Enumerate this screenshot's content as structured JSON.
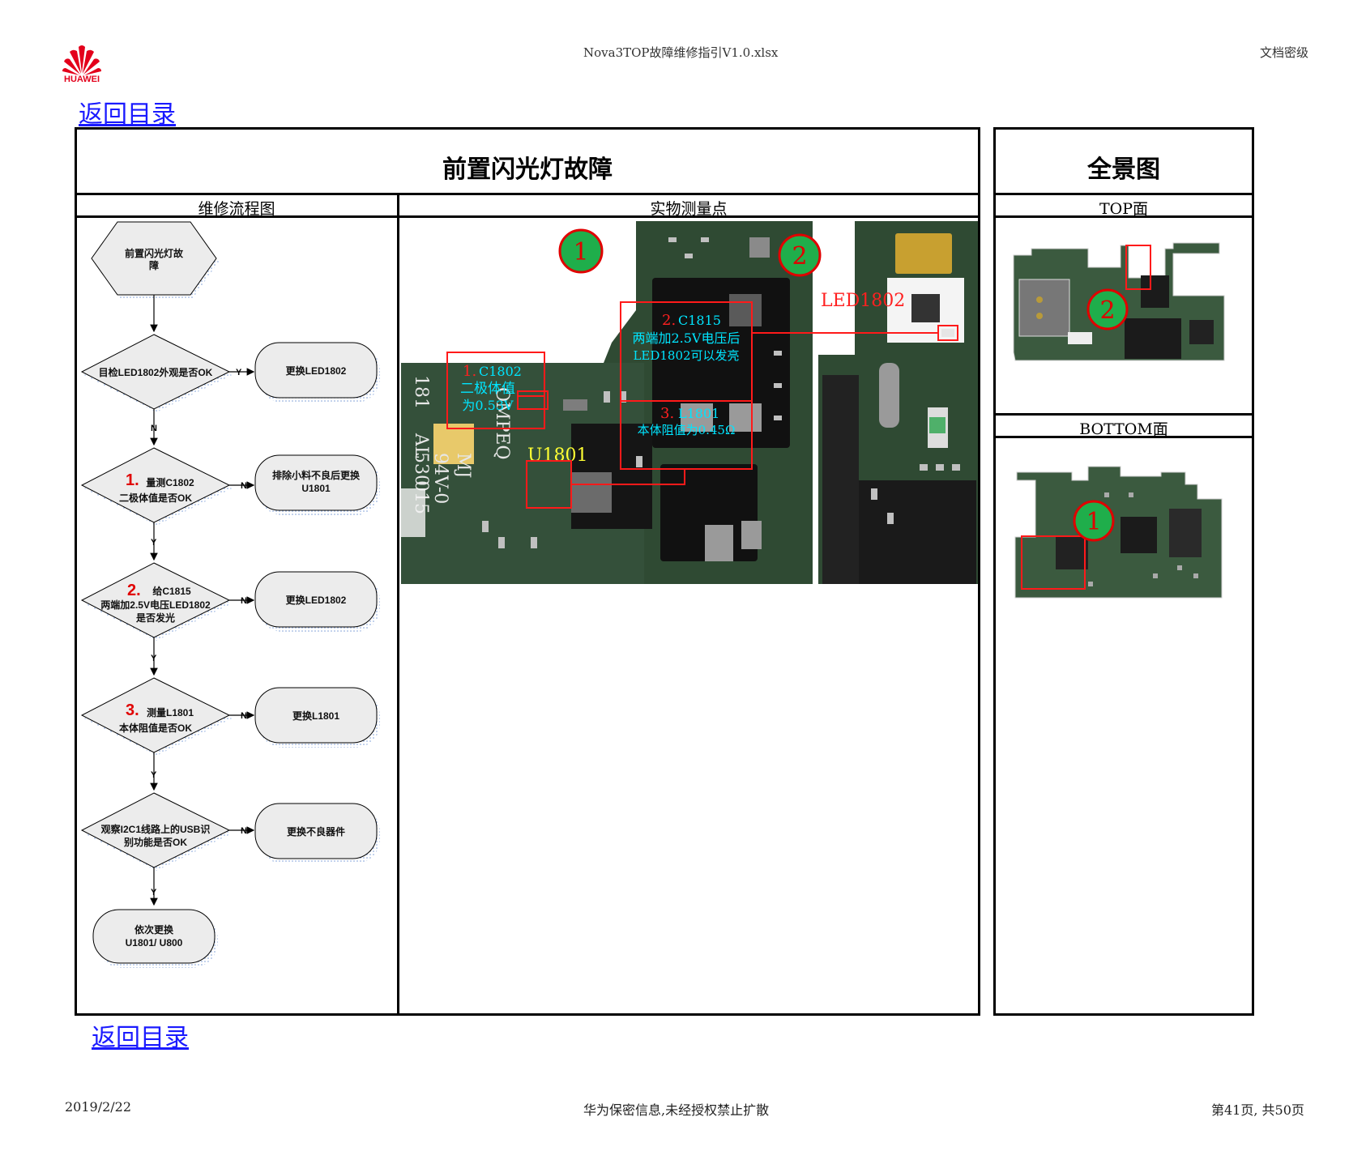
{
  "header": {
    "logo_text": "HUAWEI",
    "file_name": "Nova3TOP故障维修指引V1.0.xlsx",
    "classification": "文档密级"
  },
  "back_link_top": "返回目录",
  "back_link_bottom": "返回目录",
  "main_title": "前置闪光灯故障",
  "panorama_title": "全景图",
  "columns": {
    "flowchart": "维修流程图",
    "measure": "实物测量点",
    "top": "TOP面",
    "bottom": "BOTTOM面"
  },
  "flowchart": {
    "start": {
      "line1": "前置闪光灯故",
      "line2": "障"
    },
    "d1": {
      "text": "目检LED1802外观是否OK",
      "yes": "Y",
      "no": "N"
    },
    "a1": "更换LED1802",
    "d2": {
      "num": "1.",
      "line1": "量测C1802",
      "line2": "二极体值是否OK",
      "no": "N",
      "yes": "Y"
    },
    "a2": {
      "line1": "排除小料不良后更换",
      "line2": "U1801"
    },
    "d3": {
      "num": "2.",
      "line1": "给C1815",
      "line2": "两端加2.5V电压LED1802",
      "line3": "是否发光",
      "no": "N",
      "yes": "Y"
    },
    "a3": "更换LED1802",
    "d4": {
      "num": "3.",
      "line1": "测量L1801",
      "line2": "本体阻值是否OK",
      "no": "N",
      "yes": "Y"
    },
    "a4": "更换L1801",
    "d5": {
      "line1": "观察I2C1线路上的USB识",
      "line2": "别功能是否OK",
      "no": "N",
      "yes": "Y"
    },
    "a5": "更换不良器件",
    "end": {
      "line1": "依次更换",
      "line2": "U1801/ U800"
    }
  },
  "measure_photo": {
    "marker1": "1",
    "marker2": "2",
    "c1802": {
      "num": "1.",
      "label": "C1802",
      "line2": "二极体值",
      "line3": "为0.53V"
    },
    "c1815": {
      "num": "2.",
      "label": "C1815",
      "line2": "两端加2.5V电压后",
      "line3": "LED1802可以发亮"
    },
    "l1801": {
      "num": "3.",
      "label": "L1801",
      "line2": "本体阻值为0.45Ω"
    },
    "u1801": "U1801",
    "led1802": "LED1802",
    "silk": {
      "a": "181",
      "b": "AL",
      "c": "530",
      "d": "015",
      "e": "MJ",
      "f": "94V-0",
      "g": "OMPEQ"
    }
  },
  "panorama": {
    "top_marker": "2",
    "bottom_marker": "1"
  },
  "footer": {
    "date": "2019/2/22",
    "confidential": "华为保密信息,未经授权禁止扩散",
    "page": "第41页, 共50页"
  },
  "colors": {
    "link": "#1a1aff",
    "pcb_green": "#2f4a33",
    "marker_green": "#1fae4b",
    "marker_red": "#e00000",
    "annotation_red": "#ff2020",
    "annotation_cyan": "#00e5ff",
    "annotation_yellow": "#ffff33"
  }
}
